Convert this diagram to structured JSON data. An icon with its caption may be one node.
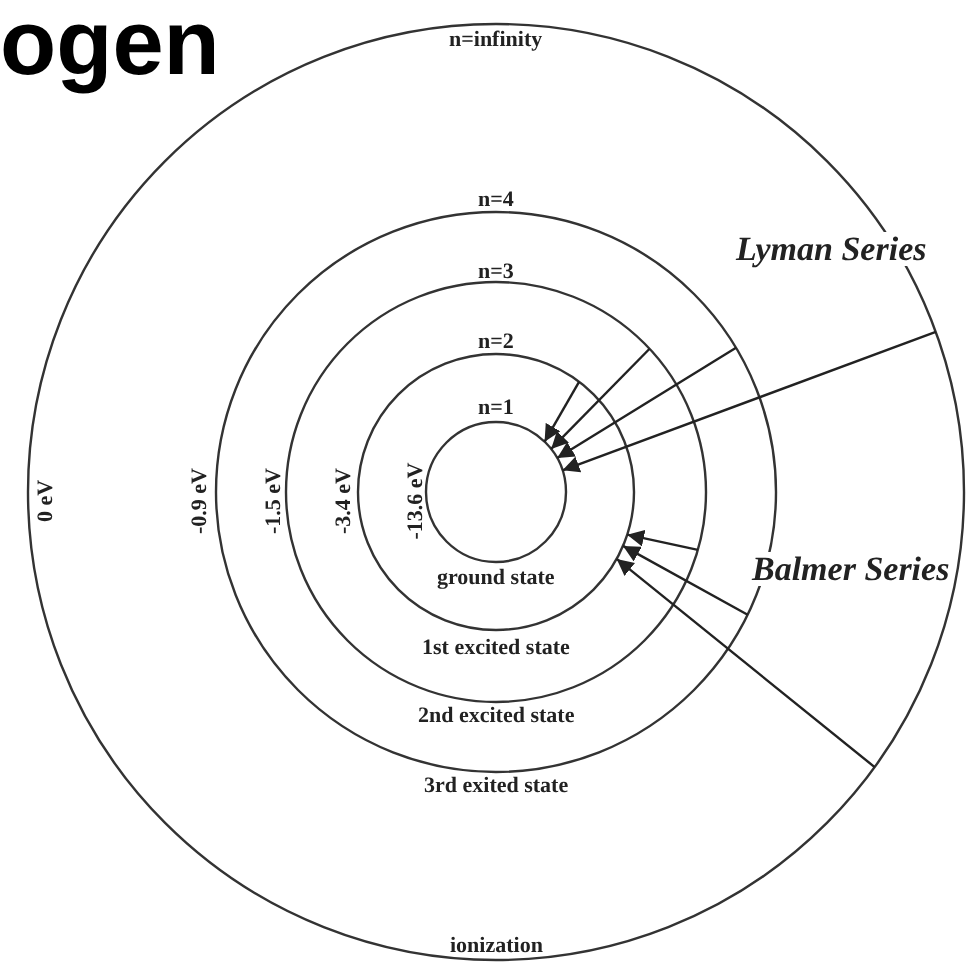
{
  "diagram": {
    "title": "ogen",
    "nodes": [
      {
        "text": [
          "n=infinity",
          "0 eV",
          "ionization"
        ]
      },
      {
        "text": [
          "n=4",
          "-0.9 eV",
          "3rd exited state"
        ],
        "in": 0
      },
      {
        "text": [
          "n=3",
          "-1.5 eV",
          "2nd excited state"
        ],
        "in": 1
      },
      {
        "text": [
          "n=2",
          "-3.4 eV",
          "1st excited state"
        ],
        "in": 2
      },
      {
        "text": [
          "n=1",
          "-13.6 eV",
          "ground state"
        ],
        "in": 3
      }
    ],
    "edges": [
      {
        "from": 3,
        "to": 4,
        "arrow": "to"
      },
      {
        "from": 2,
        "to": 4,
        "arrow": "to"
      },
      {
        "from": 1,
        "to": 4,
        "arrow": "to"
      },
      {
        "from": 0,
        "to": 4,
        "arrow": "to"
      },
      {
        "from": 2,
        "to": 3,
        "arrow": "to"
      },
      {
        "from": 1,
        "to": 3,
        "arrow": "to"
      },
      {
        "from": 0,
        "to": 3,
        "arrow": "to"
      }
    ],
    "labels": [
      "Lyman Series",
      "Balmer Series"
    ]
  }
}
